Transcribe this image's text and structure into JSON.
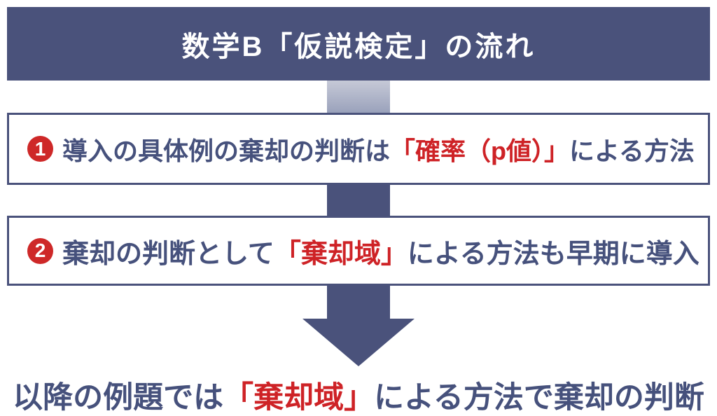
{
  "colors": {
    "navy": "#4A527B",
    "text_navy": "#46517C",
    "red": "#CE2226",
    "badge_red": "#CE2828",
    "connector_top": "#C6C9D7",
    "connector_bottom": "#98A0BA",
    "background": "#FFFFFF"
  },
  "header": {
    "title": "数学B「仮説検定」の流れ"
  },
  "steps": [
    {
      "badge": "1",
      "segments": [
        {
          "text": "導入の具体例の棄却の判断は",
          "color": "text_navy"
        },
        {
          "text": "「確率（p値）」",
          "color": "red"
        },
        {
          "text": "による方法",
          "color": "text_navy"
        }
      ]
    },
    {
      "badge": "2",
      "segments": [
        {
          "text": "棄却の判断として",
          "color": "text_navy"
        },
        {
          "text": "「棄却域」",
          "color": "red"
        },
        {
          "text": "による方法も早期に導入",
          "color": "text_navy"
        }
      ]
    }
  ],
  "conclusion": {
    "segments": [
      {
        "text": "以降の例題では",
        "color": "text_navy"
      },
      {
        "text": "「棄却域」",
        "color": "red"
      },
      {
        "text": "による方法で棄却の判断",
        "color": "text_navy"
      }
    ]
  }
}
